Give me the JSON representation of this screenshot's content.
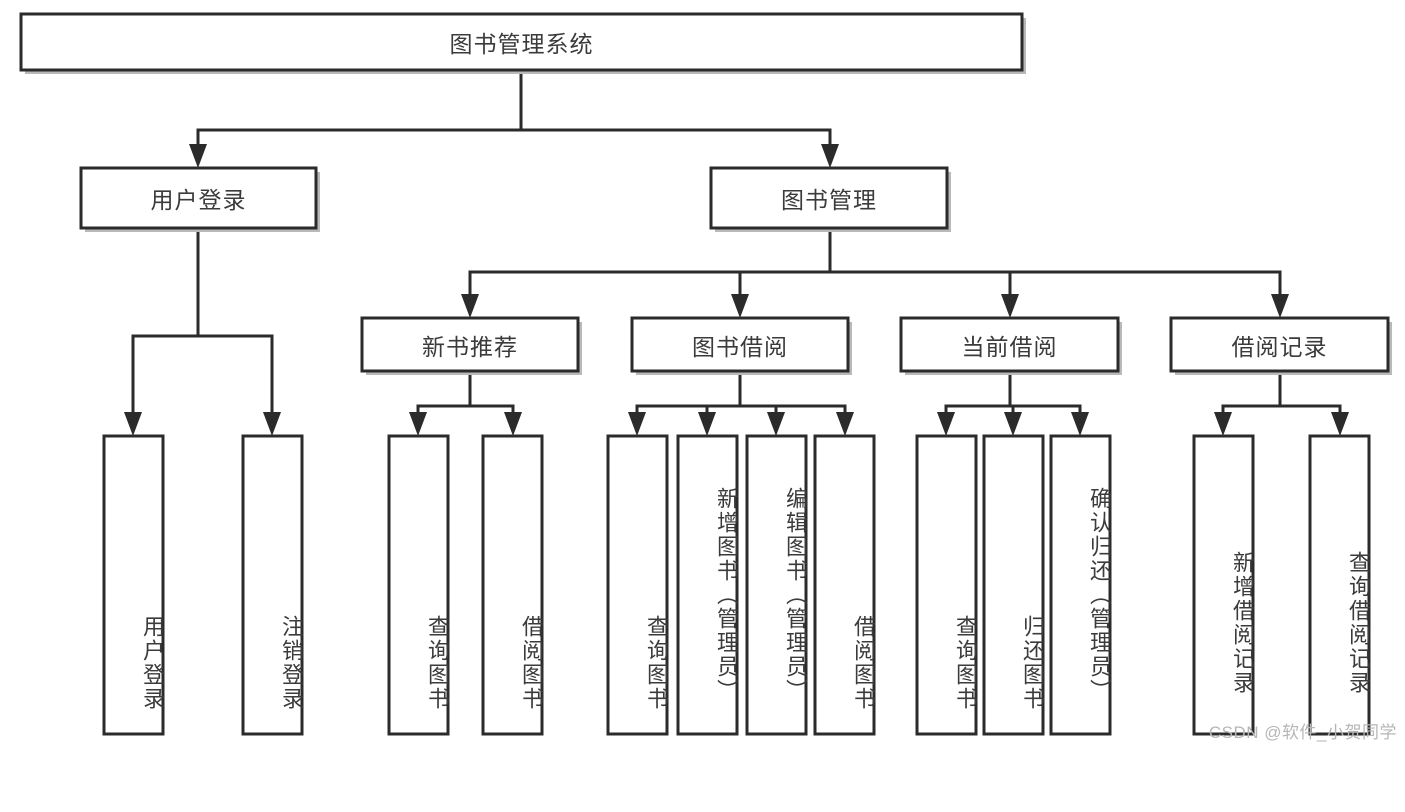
{
  "diagram": {
    "title": "图书管理系统",
    "type": "tree",
    "watermark": "CSDN @软件_小贺同学",
    "colors": {
      "stroke": "#2b2b2b",
      "fill": "#ffffff",
      "text": "#3b3b3b",
      "shadow": "#b9b9b9",
      "watermark": "#b6b6b6"
    },
    "nodes": {
      "root": {
        "label": "图书管理系统"
      },
      "level2": [
        {
          "label": "用户登录"
        },
        {
          "label": "图书管理"
        }
      ],
      "level3": [
        {
          "label": "新书推荐"
        },
        {
          "label": "图书借阅"
        },
        {
          "label": "当前借阅"
        },
        {
          "label": "借阅记录"
        }
      ],
      "leaves": {
        "user_login": [
          {
            "label": "用户登录"
          },
          {
            "label": "注销登录"
          }
        ],
        "new_book_recommend": [
          {
            "label": "查询图书"
          },
          {
            "label": "借阅图书"
          }
        ],
        "book_borrow": [
          {
            "label": "查询图书"
          },
          {
            "label": "新增图书（管理员）"
          },
          {
            "label": "编辑图书（管理员）"
          },
          {
            "label": "借阅图书"
          }
        ],
        "current_borrow": [
          {
            "label": "查询图书"
          },
          {
            "label": "归还图书"
          },
          {
            "label": "确认归还（管理员）"
          }
        ],
        "borrow_record": [
          {
            "label": "新增借阅记录"
          },
          {
            "label": "查询借阅记录"
          }
        ]
      }
    }
  }
}
